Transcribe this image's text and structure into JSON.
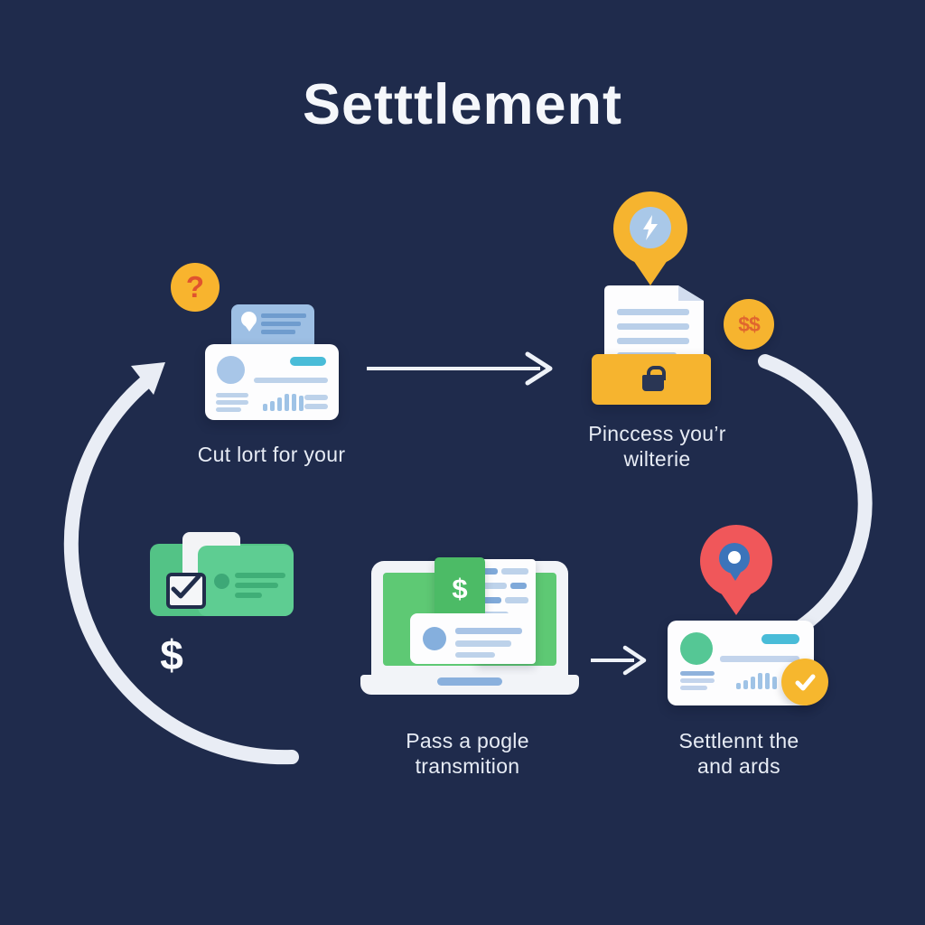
{
  "title": "Setttlement",
  "background_color": "#1f2b4c",
  "arrow_color": "#e9edf5",
  "palette": {
    "yellow": "#f6b42f",
    "orange_glyph": "#e0662e",
    "red_pin": "#f0575a",
    "mint_green": "#5ecd92",
    "laptop_green": "#5ec974",
    "tag_green": "#4cbb66",
    "cyan_pill": "#49bcd8",
    "card_blue": "#9dbfe4",
    "line_blue": "#bdd2ea",
    "navy_detail": "#2a3654",
    "card_white": "#fdfdfe"
  },
  "steps": {
    "step1": {
      "badge_glyph": "?",
      "label": "Cut lort for your"
    },
    "step2": {
      "label_line1": "Pinccess you’r",
      "label_line2": "wilterie",
      "coin_glyph": "$$"
    },
    "step3": {
      "dollar_glyph": "$"
    },
    "step4": {
      "label_line1": "Pass a pogle",
      "label_line2": "transmition",
      "tag_glyph": "$"
    },
    "step5": {
      "label_line1": "Settlennt the",
      "label_line2": "and ards"
    }
  }
}
